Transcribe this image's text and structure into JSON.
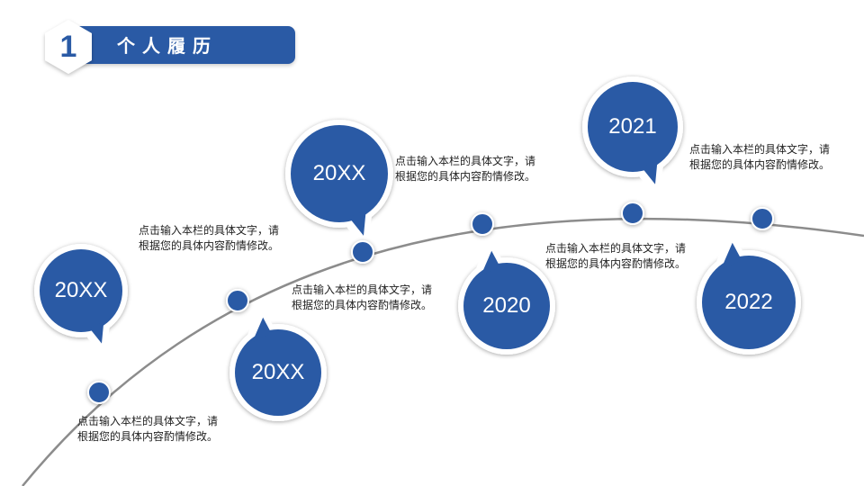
{
  "header": {
    "number": "1",
    "title": "个人履历"
  },
  "colors": {
    "primary": "#2a5aa5",
    "curve": "#8c8c8c",
    "text": "#222222"
  },
  "milestones": [
    {
      "year": "20XX",
      "text": "点击输入本栏的具体文字，请根据您的具体内容酌情修改。"
    },
    {
      "year": "20XX",
      "text": "点击输入本栏的具体文字，请根据您的具体内容酌情修改。"
    },
    {
      "year": "20XX",
      "text": "点击输入本栏的具体文字，请根据您的具体内容酌情修改。"
    },
    {
      "year": "2020",
      "text": "点击输入本栏的具体文字，请根据您的具体内容酌情修改。"
    },
    {
      "year": "2021",
      "text": "点击输入本栏的具体文字，请根据您的具体内容酌情修改。"
    },
    {
      "year": "2022",
      "text": "点击输入本栏的具体文字，请根据您的具体内容酌情修改。"
    }
  ]
}
